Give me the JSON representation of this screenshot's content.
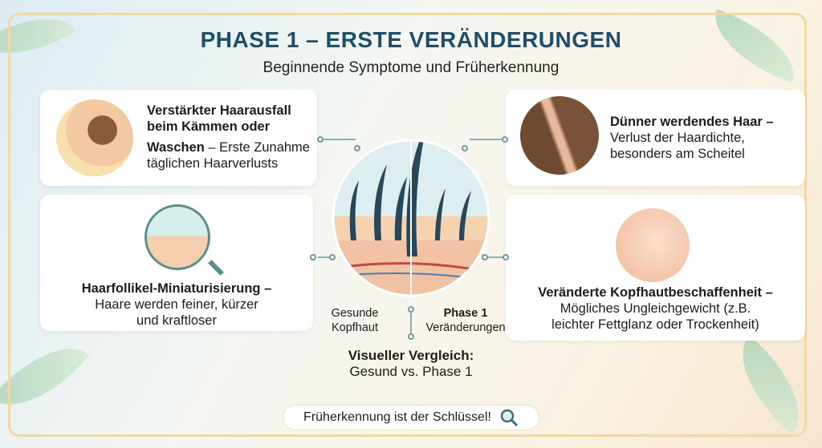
{
  "header": {
    "title": "PHASE 1 – ERSTE VERÄNDERUNGEN",
    "subtitle": "Beginnende Symptome und Früherkennung"
  },
  "cards": [
    {
      "title": "Verstärkter Haarausfall beim Kämmen oder",
      "title2": "Waschen",
      "text": " – Erste Zunahme täglichen Haarverlusts",
      "icon": "hand-holding-hair-icon"
    },
    {
      "title": "Haarfollikel-Miniaturisierung –",
      "text": "Haare werden feiner, kürzer und kraftloser",
      "icon": "magnifier-follicle-icon"
    },
    {
      "title": "Dünner werdendes Haar –",
      "text": "Verlust der Haardichte, besonders am Scheitel",
      "icon": "scalp-parting-icon"
    },
    {
      "title": "Veränderte Kopfhautbeschaffenheit –",
      "text": "Mögliches Ungleichgewicht (z.B. leichter Fettglanz oder Trockenheit)",
      "icon": "scalp-texture-icon"
    }
  ],
  "comparison": {
    "left_label": "Gesunde Kopfhaut",
    "right_label": "Phase 1",
    "right_sub": "Veränderungen",
    "title": "Visueller Vergleich:",
    "subtitle": "Gesund vs. Phase 1"
  },
  "footer": {
    "text": "Früherkennung ist der Schlüssel!",
    "icon": "magnifier-icon"
  },
  "colors": {
    "title": "#1f4e6b",
    "frame": "#f1d9a4",
    "accent": "#6b9b9b"
  }
}
